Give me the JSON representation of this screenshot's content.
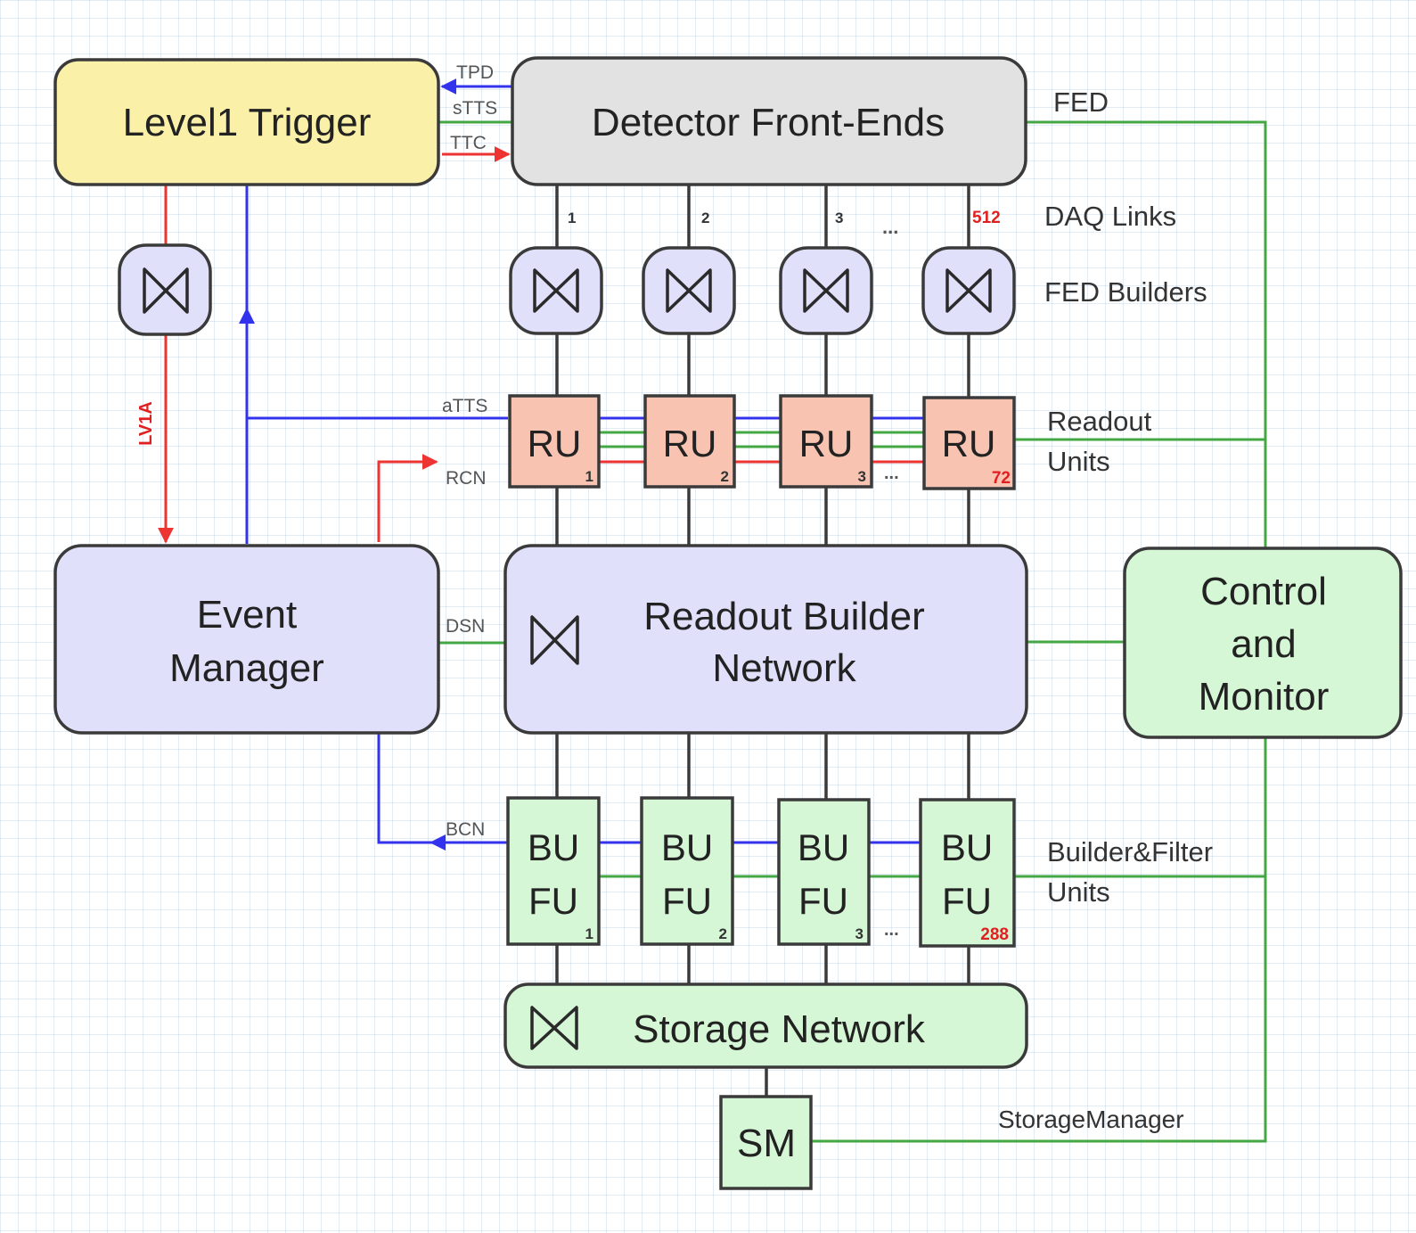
{
  "colors": {
    "trigger": "#fbf0a8",
    "frontend": "#e2e2e2",
    "builder": "#e0e0fb",
    "readout_unit": "#f8c3b1",
    "filter_unit": "#d5f7d5",
    "control": "#d5f7d5",
    "green_line": "#43a843",
    "blue_line": "#3333ee",
    "red_line": "#ee3333"
  },
  "boxes": {
    "level1_trigger": "Level1 Trigger",
    "detector_front_ends": "Detector Front-Ends",
    "event_manager_line1": "Event",
    "event_manager_line2": "Manager",
    "readout_builder_line1": "Readout Builder",
    "readout_builder_line2": "Network",
    "control_line1": "Control",
    "control_line2": "and",
    "control_line3": "Monitor",
    "storage_network": "Storage Network",
    "storage_manager_box": "SM"
  },
  "signals": {
    "tpd": "TPD",
    "stts": "sTTS",
    "ttc": "TTC",
    "atts": "aTTS",
    "rcn": "RCN",
    "dsn": "DSN",
    "bcn": "BCN",
    "lv1a": "LV1A"
  },
  "side_labels": {
    "fed": "FED",
    "daq_links": "DAQ Links",
    "fed_builders": "FED Builders",
    "readout_units_1": "Readout",
    "readout_units_2": "Units",
    "builder_filter_1": "Builder&Filter",
    "builder_filter_2": "Units",
    "storage_manager": "StorageManager"
  },
  "daq_links": {
    "indices": [
      "1",
      "2",
      "3"
    ],
    "last": "512",
    "ellipsis": "..."
  },
  "readout_units": {
    "label": "RU",
    "indices": [
      "1",
      "2",
      "3"
    ],
    "last": "72",
    "ellipsis": "..."
  },
  "filter_units": {
    "label_bu": "BU",
    "label_fu": "FU",
    "indices": [
      "1",
      "2",
      "3"
    ],
    "last": "288",
    "ellipsis": "..."
  },
  "icons": [
    "bowtie-switch-icon"
  ]
}
